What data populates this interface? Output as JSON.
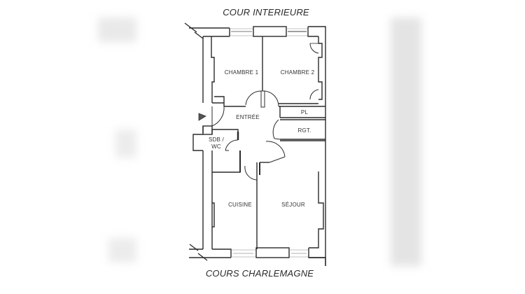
{
  "plan": {
    "top_street": "COUR INTERIEURE",
    "bottom_street": "COURS CHARLEMAGNE",
    "rooms": {
      "chambre1": "CHAMBRE 1",
      "chambre2": "CHAMBRE 2",
      "entree": "ENTRÉE",
      "pl": "PL",
      "rgt": "RGT.",
      "sdb_line1": "SDB /",
      "sdb_line2": "WC",
      "cuisine": "CUISINE",
      "sejour": "SÉJOUR"
    }
  },
  "colors": {
    "wall": "#2b2b2b",
    "background": "#ffffff",
    "blur_panel": "#e6e6e6"
  }
}
